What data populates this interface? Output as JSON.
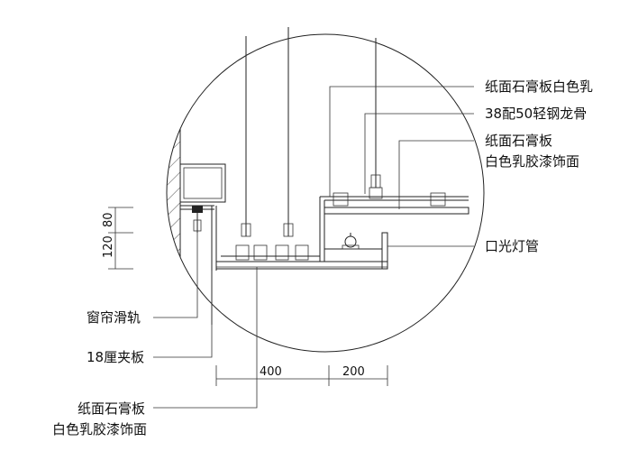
{
  "labels": {
    "gypsum_white_latex": "纸面石膏板白色乳",
    "light_steel_keel_38": "38",
    "light_steel_keel_mid": "配",
    "light_steel_keel_50": "50",
    "light_steel_keel_rest": "轻钢龙骨",
    "gypsum_board_right_1": "纸面石膏板",
    "gypsum_board_right_2": "白色乳胶漆饰面",
    "light_tube": "口光灯管",
    "curtain_rail": "窗帘滑轨",
    "plywood_18": "18厘夹板",
    "gypsum_board_bottom_1": "纸面石膏板",
    "gypsum_board_bottom_2": "白色乳胶漆饰面"
  },
  "dimensions": {
    "vertical_1": "120",
    "vertical_2": "80",
    "horizontal_1": "400",
    "horizontal_2": "200"
  }
}
